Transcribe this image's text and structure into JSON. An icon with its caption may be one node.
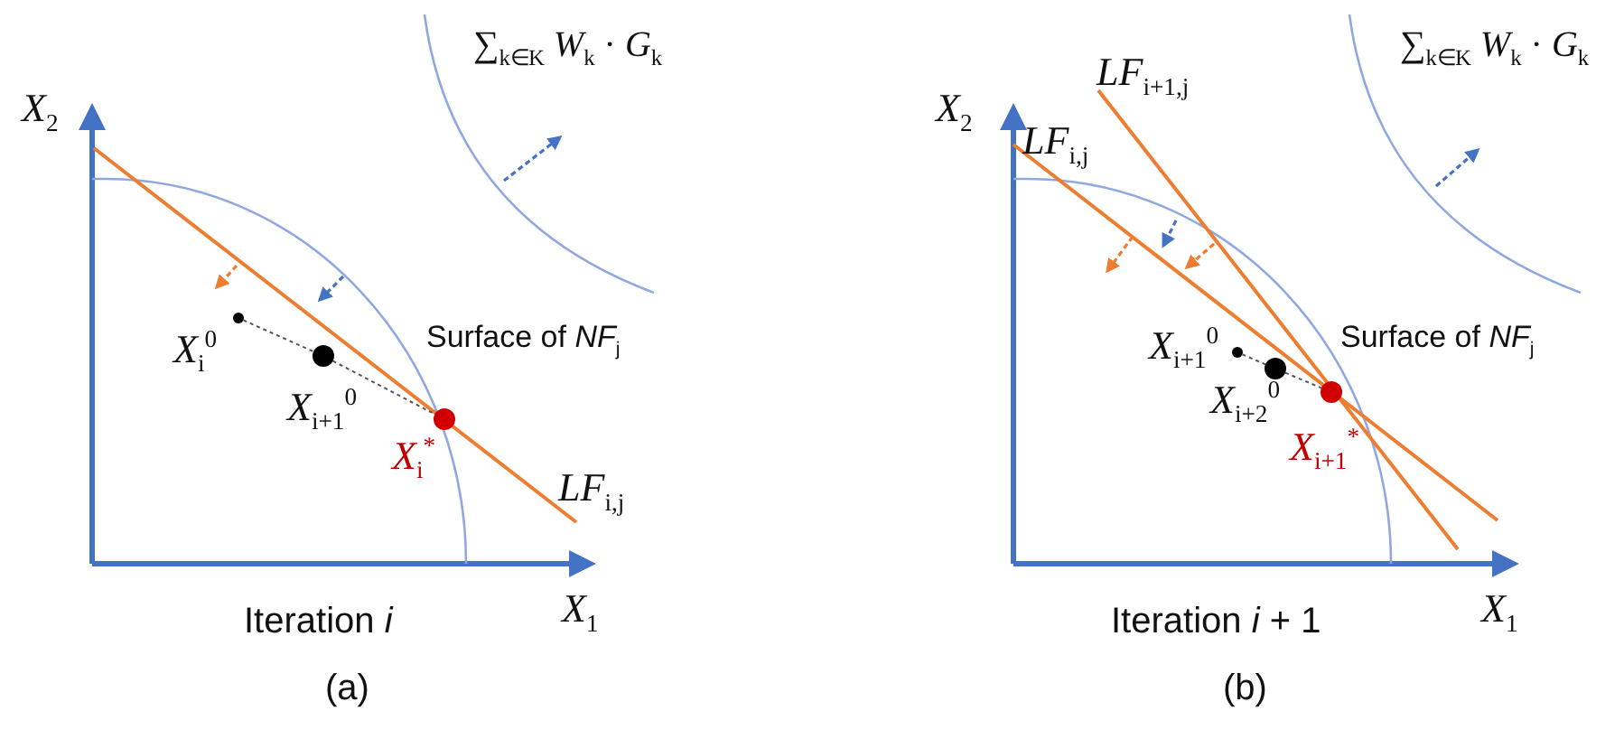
{
  "diagram": {
    "nodes": [
      {
        "text": [],
        "shape": "circle",
        "beside": [
          "*X*$_{i}$$^{0}$"
        ]
      },
      {
        "text": [],
        "shape": "circle",
        "beside": [
          "*X*$_{i+1}$$^{0}$"
        ]
      },
      {
        "text": [],
        "shape": "circle",
        "beside": [
          "*X*$_{i}$$^{*}$"
        ]
      },
      {
        "text": [],
        "shape": "circle",
        "beside": [
          "*X*$_{i+1}$$^{0}$"
        ]
      },
      {
        "text": [],
        "shape": "circle",
        "beside": [
          "*X*$_{i+2}$$^{0}$"
        ]
      },
      {
        "text": [],
        "shape": "circle",
        "beside": [
          "*X*$_{i+1}$$^{*}$"
        ]
      }
    ],
    "edges": [
      {
        "from": 0,
        "to": 1,
        "arrow": "none",
        "style": "dashed"
      },
      {
        "from": 1,
        "to": 2,
        "arrow": "none",
        "style": "dashed"
      },
      {
        "from": 3,
        "to": 4,
        "arrow": "none",
        "style": "dashed"
      },
      {
        "from": 4,
        "to": 5,
        "arrow": "none",
        "style": "dashed"
      }
    ],
    "labels": [
      "*X*$_{2}$",
      "∑$_{k∈K}$ *W*$_{k}$ · *G*$_{k}$",
      "Surface of *NF*$_{j}$",
      "*LF*$_{i,j}$",
      "*X*$_{1}$",
      "Iteration *i*",
      "(a)",
      "*LF*$_{i+1,j}$",
      "*X*$_{2}$",
      "*LF*$_{i,j}$",
      "∑$_{k∈K}$ *W*$_{k}$ · *G*$_{k}$",
      "Surface of *NF*$_{j}$",
      "*X*$_{1}$",
      "Iteration *i* + 1",
      "(b)"
    ]
  }
}
